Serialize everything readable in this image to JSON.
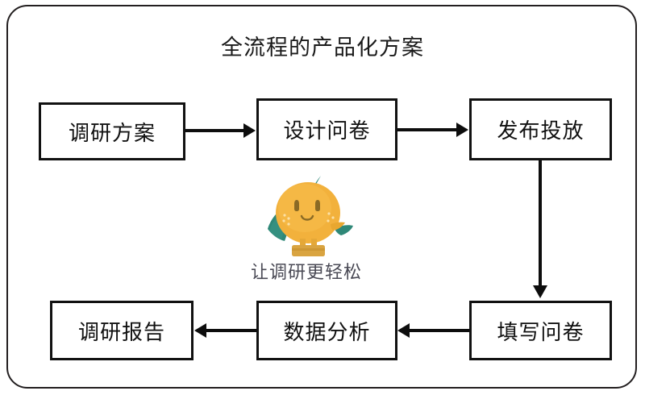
{
  "slide": {
    "title": "全流程的产品化方案",
    "background_color": "#ffffff",
    "frame_border_color": "#231f20"
  },
  "flow": {
    "nodes": [
      {
        "id": "plan",
        "label": "调研方案"
      },
      {
        "id": "design",
        "label": "设计问卷"
      },
      {
        "id": "publish",
        "label": "发布投放"
      },
      {
        "id": "fill",
        "label": "填写问卷"
      },
      {
        "id": "analysis",
        "label": "数据分析"
      },
      {
        "id": "report",
        "label": "调研报告"
      }
    ],
    "connectors": [
      {
        "id": "arrow1",
        "from": "plan",
        "to": "design",
        "direction": "right"
      },
      {
        "id": "arrow2",
        "from": "design",
        "to": "publish",
        "direction": "right"
      },
      {
        "id": "arrow3",
        "from": "publish",
        "to": "fill",
        "direction": "down"
      },
      {
        "id": "arrow4",
        "from": "fill",
        "to": "analysis",
        "direction": "left"
      },
      {
        "id": "arrow5",
        "from": "analysis",
        "to": "report",
        "direction": "left"
      }
    ],
    "box_border_color": "#111111",
    "arrow_color": "#0d0d0d"
  },
  "brand": {
    "tagline": "让调研更轻松",
    "tagline_color": "#4a4a55",
    "mascot_name": "orange-mascot",
    "mascot_colors": {
      "body": "#f2b13c",
      "body_highlight": "#f7c25c",
      "leaf": "#2f8878",
      "arm": "#2f8878",
      "boots": "#d9a441",
      "face": "#8a6a25"
    }
  }
}
